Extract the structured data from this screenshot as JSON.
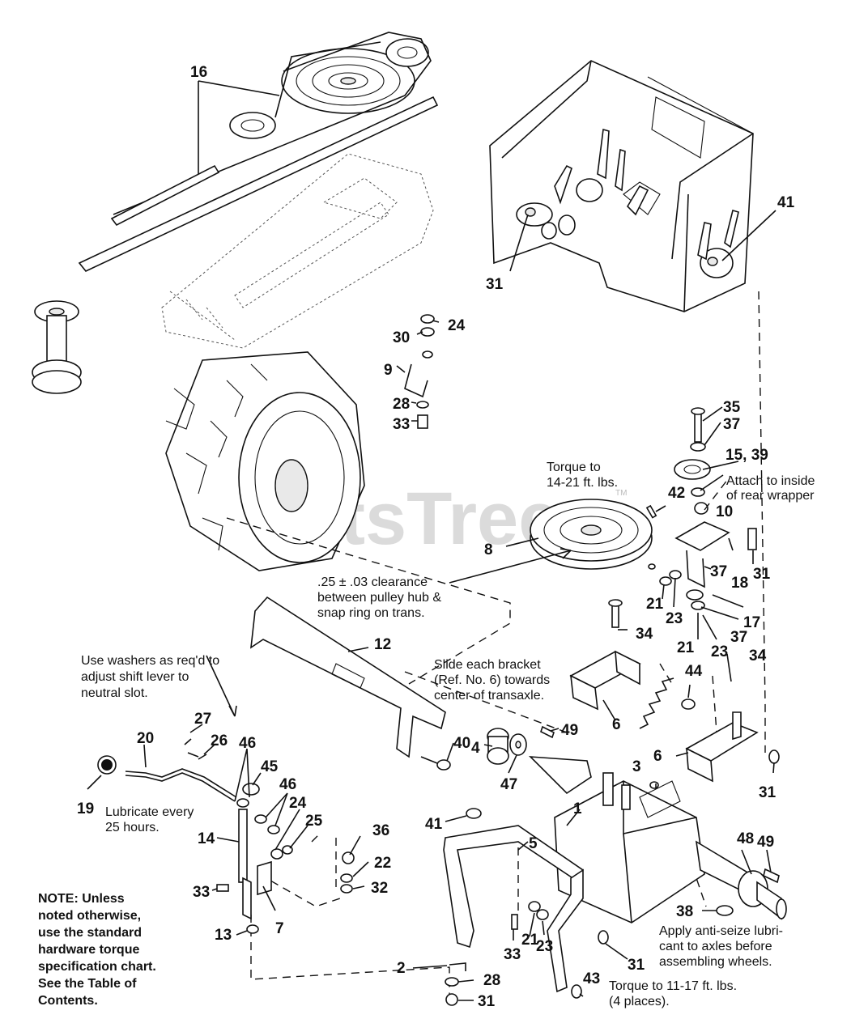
{
  "watermark": "PartsTree",
  "trademark": "TM",
  "callouts": {
    "c16": "16",
    "c31a": "31",
    "c41a": "41",
    "c24a": "24",
    "c30": "30",
    "c9": "9",
    "c28a": "28",
    "c33a": "33",
    "c35": "35",
    "c37a": "37",
    "c15_39": "15, 39",
    "c42": "42",
    "c10": "10",
    "c8": "8",
    "c37b": "37",
    "c18": "18",
    "c31b": "31",
    "c21a": "21",
    "c23a": "23",
    "c17": "17",
    "c34a": "34",
    "c37c": "37",
    "c21b": "21",
    "c23b": "23",
    "c12": "12",
    "c34b": "34",
    "c44": "44",
    "c6a": "6",
    "c6b": "6",
    "c31c": "31",
    "c49a": "49",
    "c40": "40",
    "c4": "4",
    "c47": "47",
    "c3": "3",
    "c27": "27",
    "c26": "26",
    "c46a": "46",
    "c20": "20",
    "c45": "45",
    "c46b": "46",
    "c19": "19",
    "c24b": "24",
    "c25": "25",
    "c14": "14",
    "c36": "36",
    "c22": "22",
    "c32": "32",
    "c33b": "33",
    "c7": "7",
    "c13": "13",
    "c41b": "41",
    "c5": "5",
    "c1": "1",
    "c48": "48",
    "c49b": "49",
    "c38": "38",
    "c33c": "33",
    "c21c": "21",
    "c23c": "23",
    "c31d": "31",
    "c2": "2",
    "c28b": "28",
    "c31e": "31",
    "c43": "43"
  },
  "notes": {
    "torque_top_1": "Torque to",
    "torque_top_2": "14-21 ft. lbs.",
    "attach_1": "Attach to inside",
    "attach_2": "of rear wrapper",
    "clearance_1": ".25 ± .03 clearance",
    "clearance_2": "between pulley hub &",
    "clearance_3": "snap ring on trans.",
    "washers_1": "Use washers as req'd to",
    "washers_2": "adjust shift lever to",
    "washers_3": "neutral slot.",
    "slide_1": "Slide each bracket",
    "slide_2": "(Ref. No. 6) towards",
    "slide_3": "center of transaxle.",
    "lubricate_1": "Lubricate every",
    "lubricate_2": "25 hours.",
    "antiseize_1": "Apply anti-seize lubri-",
    "antiseize_2": "cant to axles before",
    "antiseize_3": "assembling wheels.",
    "torque_bottom_1": "Torque to 11-17 ft. lbs.",
    "torque_bottom_2": "(4 places).",
    "general_1": "NOTE: Unless",
    "general_2": "noted otherwise,",
    "general_3": "use the standard",
    "general_4": "hardware torque",
    "general_5": "specification chart.",
    "general_6": "See the Table of",
    "general_7": "Contents."
  }
}
